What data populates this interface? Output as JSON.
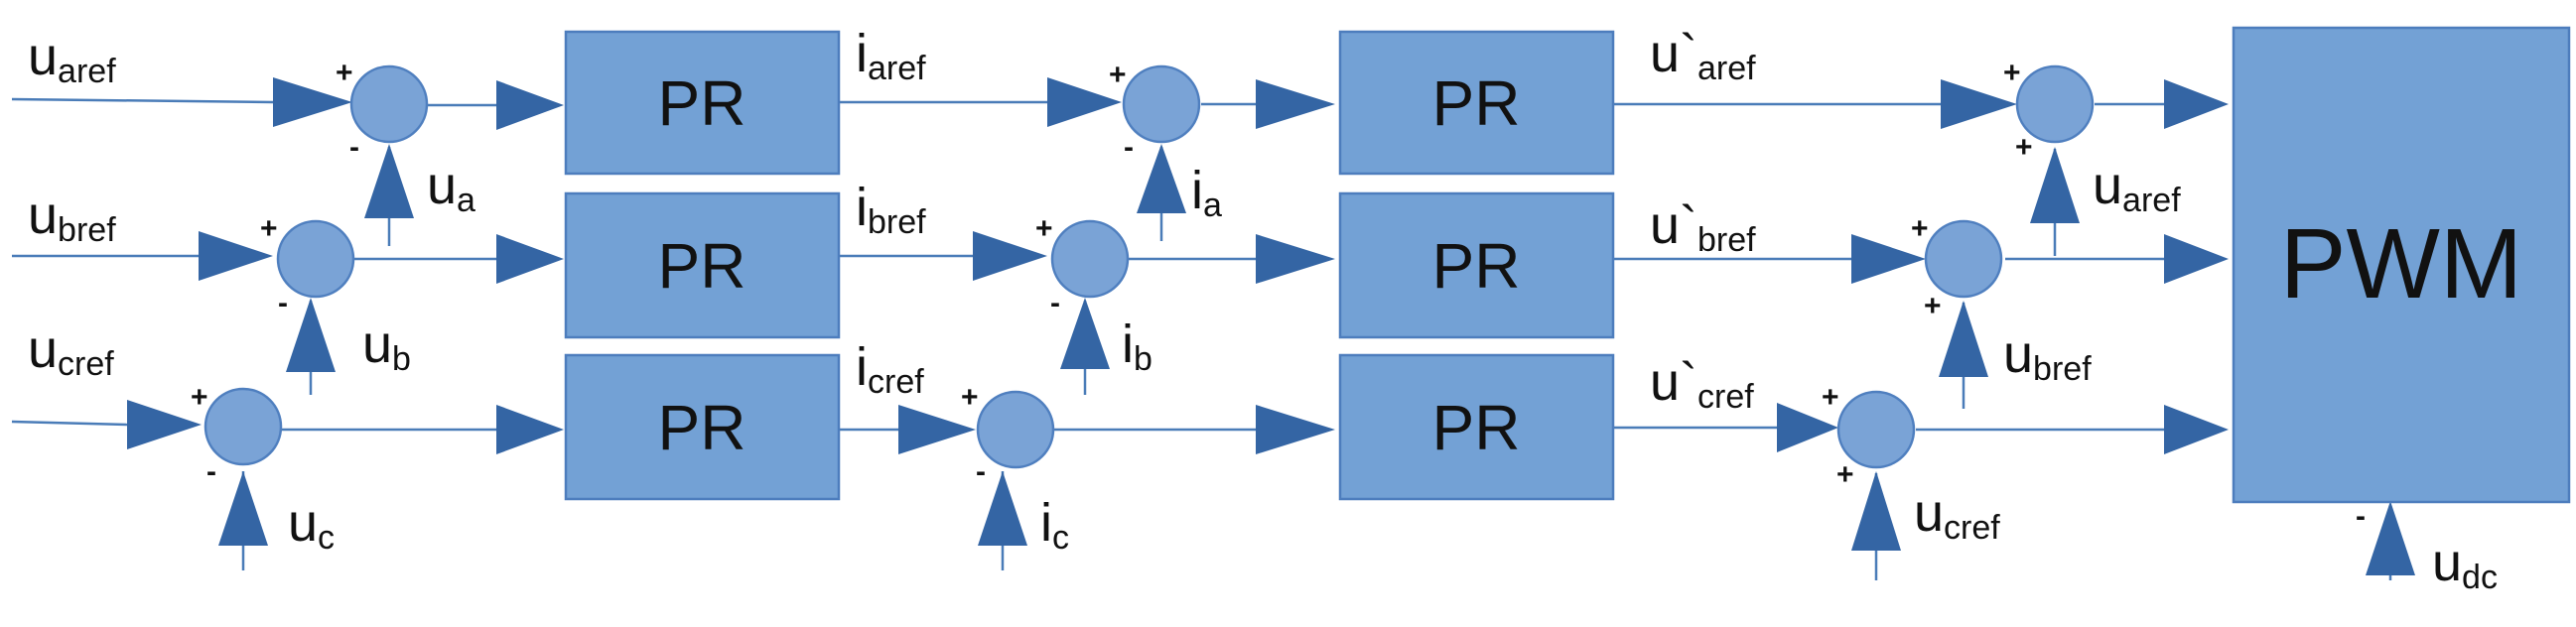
{
  "blocks": {
    "pr_label": "PR",
    "pwm_label": "PWM"
  },
  "signals": {
    "u_aref": {
      "base": "u",
      "sub": "aref"
    },
    "u_bref": {
      "base": "u",
      "sub": "bref"
    },
    "u_cref": {
      "base": "u",
      "sub": "cref"
    },
    "u_a": {
      "base": "u",
      "sub": "a"
    },
    "u_b": {
      "base": "u",
      "sub": "b"
    },
    "u_c": {
      "base": "u",
      "sub": "c"
    },
    "i_aref": {
      "base": "i",
      "sub": "aref"
    },
    "i_bref": {
      "base": "i",
      "sub": "bref"
    },
    "i_cref": {
      "base": "i",
      "sub": "cref"
    },
    "i_a": {
      "base": "i",
      "sub": "a"
    },
    "i_b": {
      "base": "i",
      "sub": "b"
    },
    "i_c": {
      "base": "i",
      "sub": "c"
    },
    "up_aref": {
      "base": "u`",
      "sub": "aref"
    },
    "up_bref": {
      "base": "u`",
      "sub": "bref"
    },
    "up_cref": {
      "base": "u`",
      "sub": "cref"
    },
    "u_dc": {
      "base": "u",
      "sub": "dc"
    }
  },
  "signs": {
    "plus": "+",
    "minus": "-"
  },
  "colors": {
    "block_fill": "#73a1d5",
    "line": "#4a7cb8",
    "arrow": "#3465a4"
  }
}
